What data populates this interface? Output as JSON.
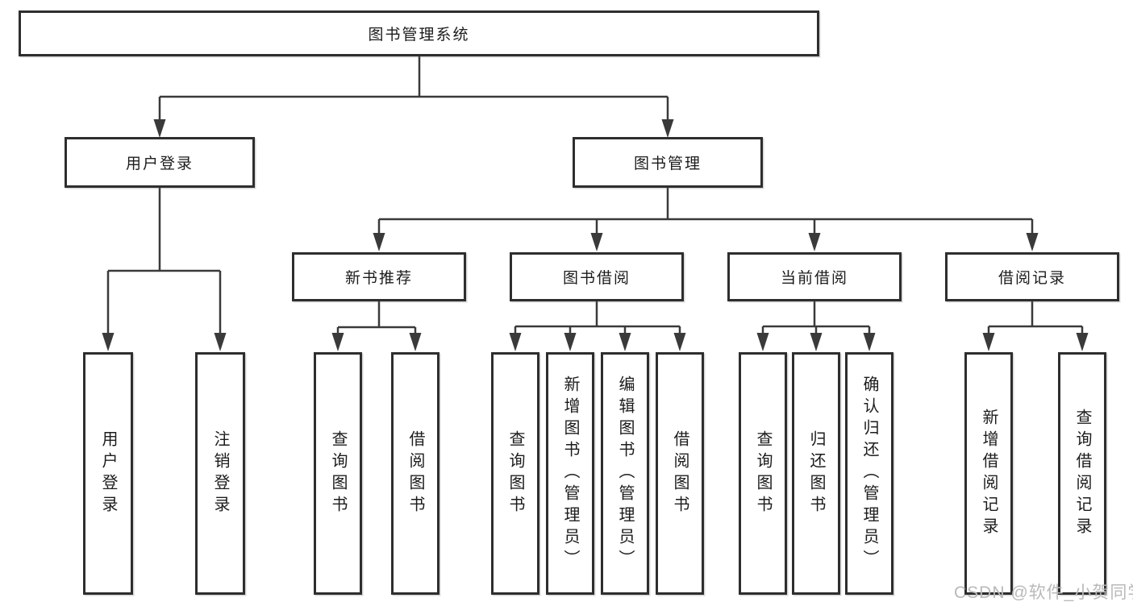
{
  "tree": {
    "label": "图书管理系统",
    "children": [
      {
        "label": "用户登录",
        "children": [
          {
            "label": "用户登录"
          },
          {
            "label": "注销登录"
          }
        ]
      },
      {
        "label": "图书管理",
        "children": [
          {
            "label": "新书推荐",
            "children": [
              {
                "label": "查询图书"
              },
              {
                "label": "借阅图书"
              }
            ]
          },
          {
            "label": "图书借阅",
            "children": [
              {
                "label": "查询图书"
              },
              {
                "label": "新增图书（管理员）"
              },
              {
                "label": "编辑图书（管理员）"
              },
              {
                "label": "借阅图书"
              }
            ]
          },
          {
            "label": "当前借阅",
            "children": [
              {
                "label": "查询图书"
              },
              {
                "label": "归还图书"
              },
              {
                "label": "确认归还（管理员）"
              }
            ]
          },
          {
            "label": "借阅记录",
            "children": [
              {
                "label": "新增借阅记录"
              },
              {
                "label": "查询借阅记录"
              }
            ]
          }
        ]
      }
    ]
  },
  "watermark": "CSDN @软件_小贺同学",
  "colors": {
    "background": "#ffffff",
    "box_fill": "#ffffff",
    "box_border": "#2e2e2e",
    "line": "#3a3a3a",
    "text": "#1c1c1c",
    "watermark": "#b9b9b9"
  }
}
